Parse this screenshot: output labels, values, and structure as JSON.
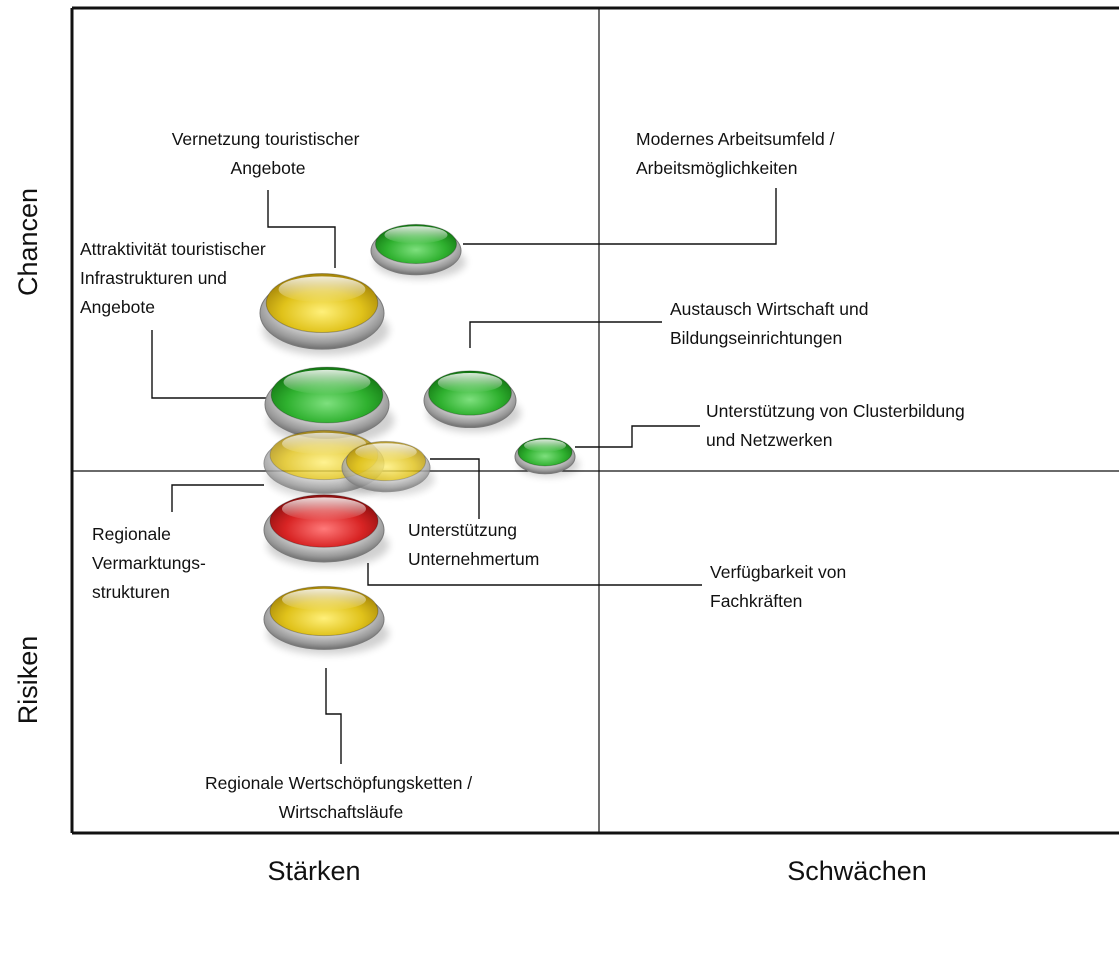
{
  "axes": {
    "top_left": "Chancen",
    "bottom_left": "Risiken",
    "bottom_center_left": "Stärken",
    "bottom_center_right": "Schwächen"
  },
  "items": [
    {
      "id": "vernetzung",
      "status": "yellow",
      "lines": [
        "Vernetzung touristischer",
        "Angebote"
      ]
    },
    {
      "id": "arbeitsumfeld",
      "status": "green",
      "lines": [
        "Modernes Arbeitsumfeld /",
        "Arbeitsmöglichkeiten"
      ]
    },
    {
      "id": "attraktivitaet",
      "status": "green",
      "lines": [
        "Attraktivität touristischer",
        "Infrastrukturen und",
        "Angebote"
      ]
    },
    {
      "id": "austausch",
      "status": "green",
      "lines": [
        "Austausch Wirtschaft und",
        "Bildungseinrichtungen"
      ]
    },
    {
      "id": "cluster",
      "status": "green",
      "lines": [
        "Unterstützung von Clusterbildung",
        "und Netzwerken"
      ]
    },
    {
      "id": "vermarktung",
      "status": "yellow",
      "lines": [
        "Regionale",
        "Vermarktungs-",
        "strukturen"
      ]
    },
    {
      "id": "unternehmertum",
      "status": "yellow",
      "lines": [
        "Unterstützung",
        "Unternehmertum"
      ]
    },
    {
      "id": "fachkraefte",
      "status": "red",
      "lines": [
        "Verfügbarkeit von",
        "Fachkräften"
      ]
    },
    {
      "id": "wertschoepfung",
      "status": "yellow",
      "lines": [
        "Regionale Wertschöpfungsketten /",
        "Wirtschaftsläufe"
      ]
    }
  ],
  "colors": {
    "green": "#2fb12f",
    "yellow": "#e0c21a",
    "red": "#d82424",
    "frame": "#111111"
  }
}
